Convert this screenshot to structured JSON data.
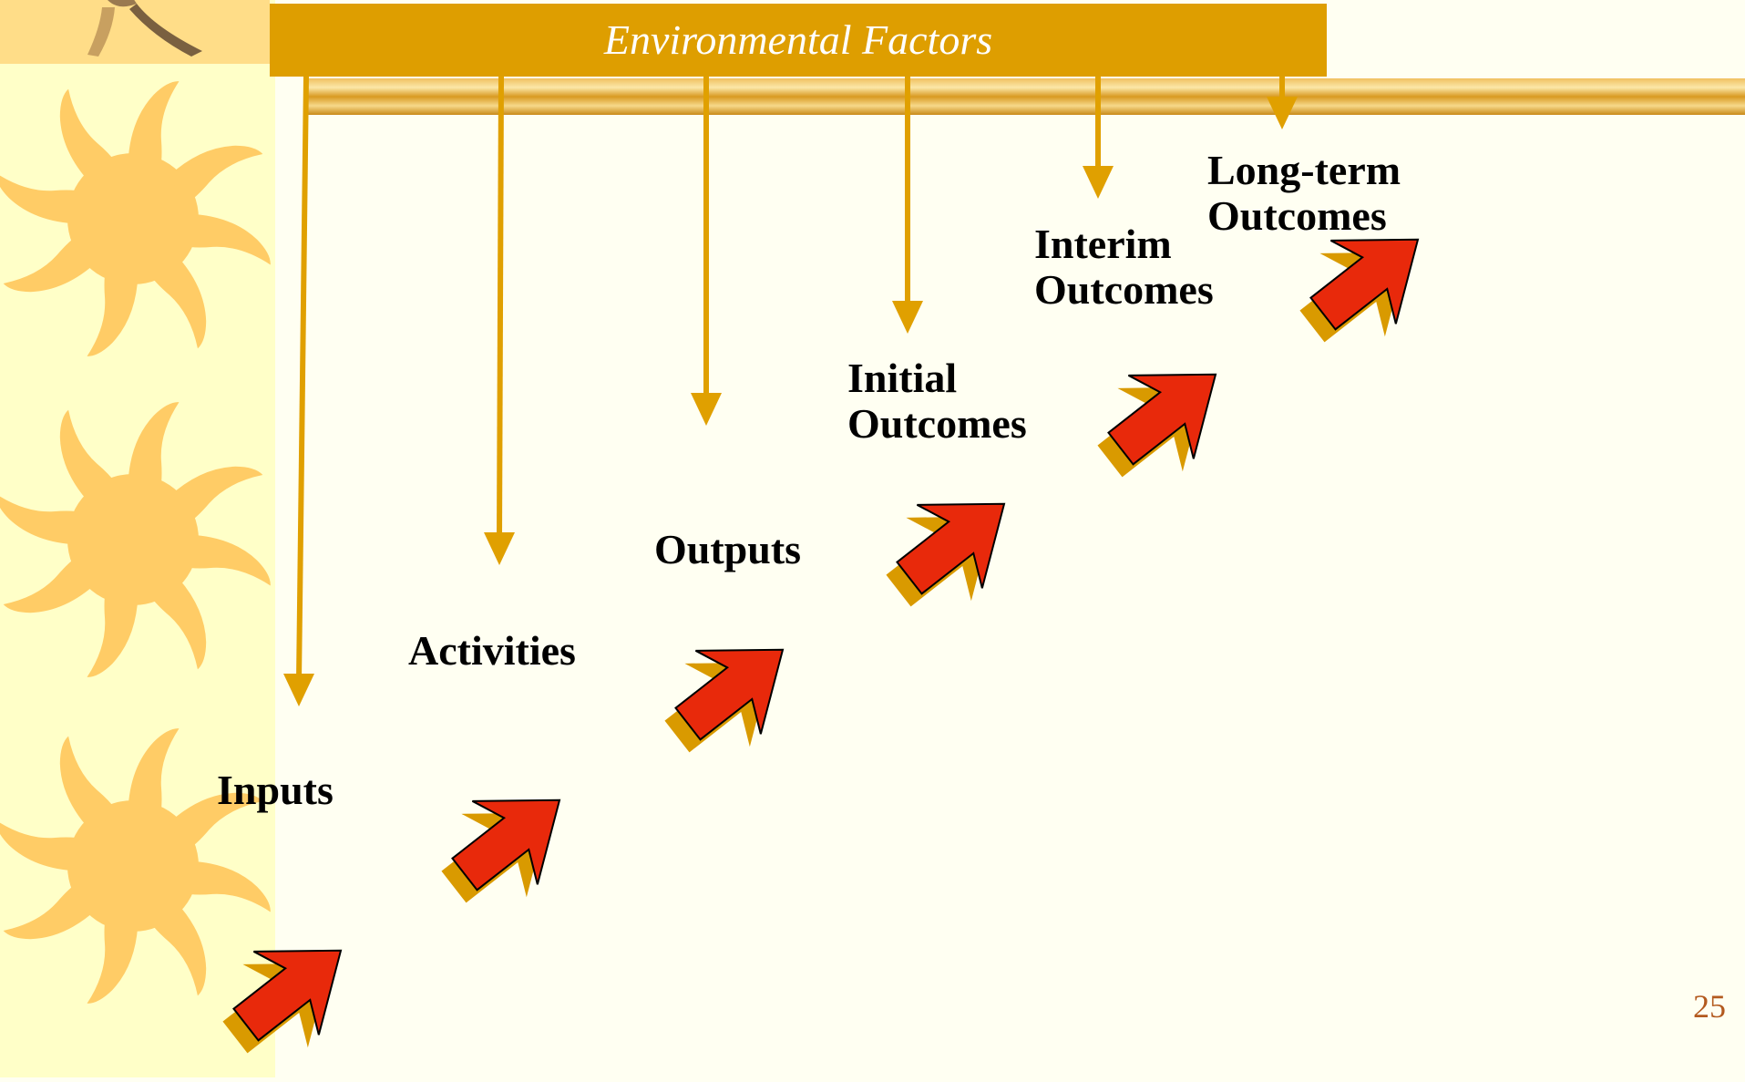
{
  "header": {
    "title": "Environmental Factors"
  },
  "stages": [
    {
      "id": "inputs",
      "lines": [
        "Inputs"
      ]
    },
    {
      "id": "activities",
      "lines": [
        "Activities"
      ]
    },
    {
      "id": "outputs",
      "lines": [
        "Outputs"
      ]
    },
    {
      "id": "initial-outcomes",
      "lines": [
        "Initial",
        "Outcomes"
      ]
    },
    {
      "id": "interim-outcomes",
      "lines": [
        "Interim",
        "Outcomes"
      ]
    },
    {
      "id": "long-term-outcomes",
      "lines": [
        "Long-term",
        "Outcomes"
      ]
    }
  ],
  "footer": {
    "page_number": "25"
  },
  "colors": {
    "background": "#FFFFF2",
    "sidebar": "#FFFFC8",
    "sun": "#FFCC66",
    "header_bar": "#DE9E00",
    "connector": "#E0A000",
    "arrow_fill": "#E8290B",
    "arrow_shadow": "#D99A00",
    "page_number": "#B35A1F"
  },
  "icons": {
    "sidebar": "sun-icon",
    "logo": "tree-icon",
    "flow": "diagonal-arrow-icon"
  }
}
